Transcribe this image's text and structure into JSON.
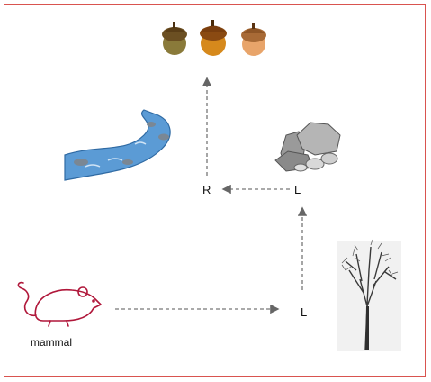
{
  "diagram": {
    "junction_labels": {
      "start_turn": "L",
      "mid_turn": "L",
      "top_turn": "R"
    },
    "animal_label": "mammal",
    "icons": {
      "goal": "acorns-icon",
      "river": "river-icon",
      "rocks": "rocks-icon",
      "tree": "tree-icon",
      "animal": "mouse-icon"
    },
    "colors": {
      "frame_border": "#d9534f",
      "mouse_stroke": "#b0173a",
      "river_fill": "#5b9bd5",
      "arrow": "#777777"
    }
  }
}
